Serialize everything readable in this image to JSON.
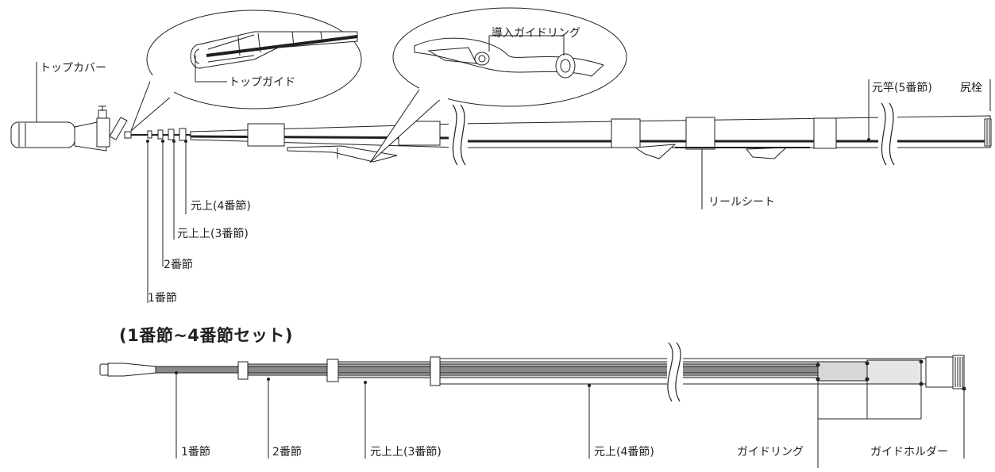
{
  "colors": {
    "ink": "#231f20",
    "rod_light": "#ffffff",
    "rod_gray": "#8a8a8a",
    "rod_mid": "#b5b5b5",
    "rod_pale": "#d7d7d7"
  },
  "assembled": {
    "labels": {
      "top_cover": "トップカバー",
      "top_guide": "トップガイド",
      "intro_guide_ring": "導入ガイドリング",
      "butt_section": "元竿(5番節)",
      "butt_cap": "尻栓",
      "reel_seat": "リールシート",
      "section_4": "元上(4番節)",
      "section_3": "元上上(3番節)",
      "section_2": "2番節",
      "section_1": "1番節"
    }
  },
  "set": {
    "title": "(1番節~4番節セット)",
    "labels": {
      "section_1": "1番節",
      "section_2": "2番節",
      "section_3": "元上上(3番節)",
      "section_4": "元上(4番節)",
      "guide_ring": "ガイドリング",
      "guide_holder": "ガイドホルダー"
    }
  }
}
